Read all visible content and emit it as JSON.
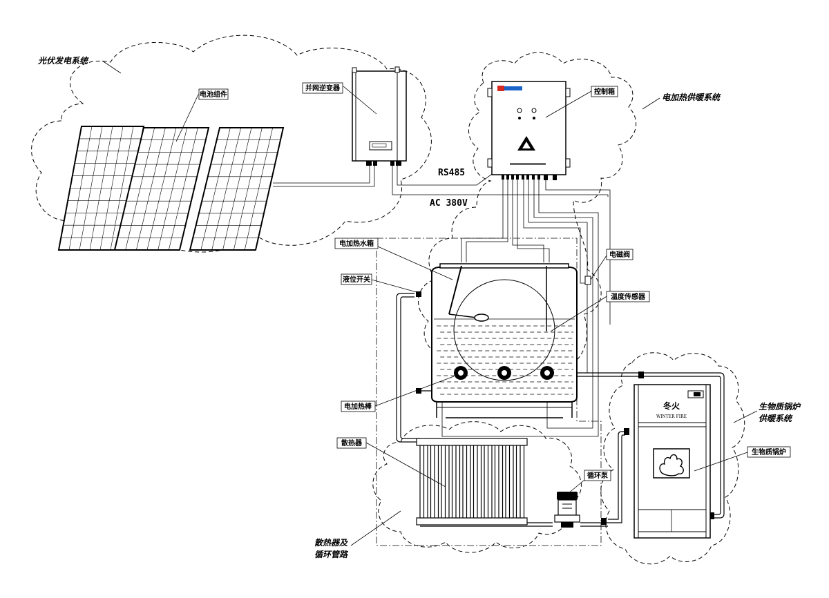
{
  "systems": {
    "pv": "光伏发电系统",
    "electric_heating": "电加热供暖系统",
    "biomass": [
      "生物质锅炉",
      "供暖系统"
    ],
    "radiator_loop": [
      "散热器及",
      "循环管路"
    ]
  },
  "components": {
    "battery_module": "电池组件",
    "inverter": "并网逆变器",
    "control_box": "控制箱",
    "water_tank": "电加热水箱",
    "level_switch": "液位开关",
    "solenoid_valve": "电磁阀",
    "temp_sensor": "温度传感器",
    "heater_rod": "电加热棒",
    "radiator": "散热器",
    "pump": "循环泵",
    "boiler": "生物质锅炉"
  },
  "wires": {
    "rs485": "RS485",
    "ac": "AC 380V"
  },
  "boiler_brand": {
    "cn": "冬火",
    "en": "WINTER FIRE"
  },
  "colors": {
    "line": "#000000",
    "logo_red": "#d62a20",
    "logo_blue": "#1c64c8"
  }
}
